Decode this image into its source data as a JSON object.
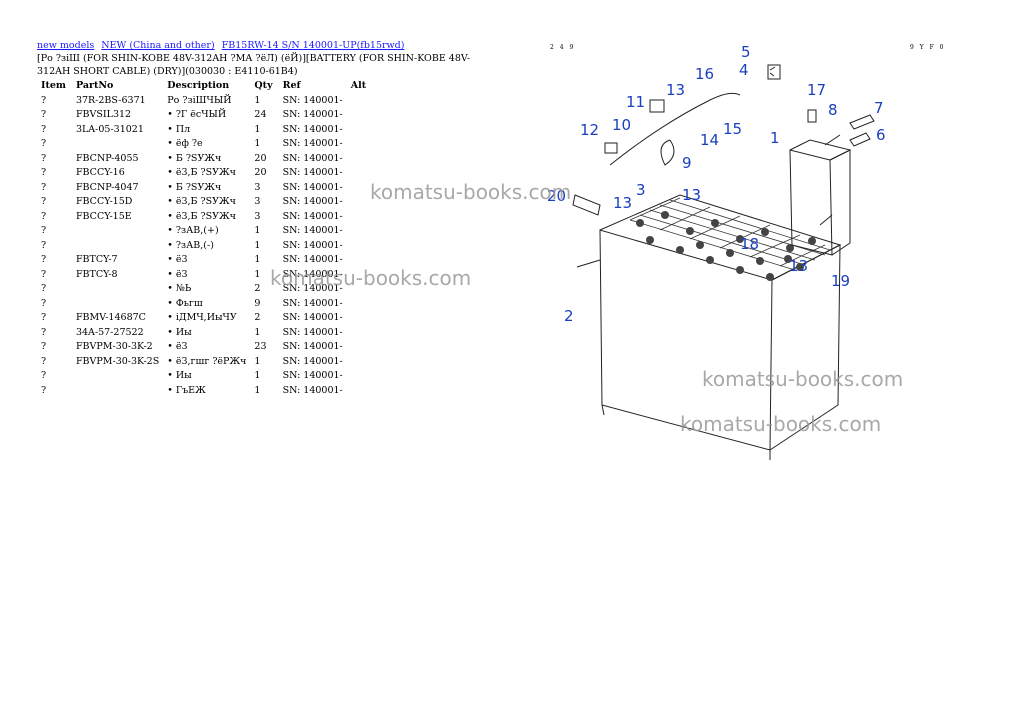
{
  "breadcrumb": {
    "links": [
      "new models",
      "NEW (China and other)",
      "FB15RW-14 S/N 140001-UP(fb15rwd)"
    ]
  },
  "title": "[Ро ?зiШ (FOR SHIN-KOBE 48V-312AH ?МА ?ёЛ) (ёЙ)][BATTERY (FOR SHIN-KOBE 48V-312AH SHORT CABLE) (DRY)](030030 : E4110-61B4)",
  "table": {
    "headers": [
      "Item",
      "PartNo",
      "Description",
      "Qty",
      "Ref",
      "Alt"
    ],
    "rows": [
      [
        "?",
        "37R-2BS-6371",
        "Ро ?зiШЧЫЙ",
        "1",
        "SN: 140001-"
      ],
      [
        "?",
        "FBVSIL312",
        "• ?Г ёсЧЫЙ",
        "24",
        "SN: 140001-"
      ],
      [
        "?",
        "3LA-05-31021",
        "• Пл",
        "1",
        "SN: 140001-"
      ],
      [
        "?",
        "",
        "• ёф ?е",
        "1",
        "SN: 140001-"
      ],
      [
        "?",
        "FBCNP-4055",
        "• Б ?SУЖч",
        "20",
        "SN: 140001-"
      ],
      [
        "?",
        "FBCCY-16",
        "• ё3,Б ?SУЖч",
        "20",
        "SN: 140001-"
      ],
      [
        "?",
        "FBCNP-4047",
        "• Б ?SУЖч",
        "3",
        "SN: 140001-"
      ],
      [
        "?",
        "FBCCY-15D",
        "• ё3,Б ?SУЖч",
        "3",
        "SN: 140001-"
      ],
      [
        "?",
        "FBCCY-15E",
        "• ё3,Б ?SУЖч",
        "3",
        "SN: 140001-"
      ],
      [
        "?",
        "",
        "• ?зАВ,(+)",
        "1",
        "SN: 140001-"
      ],
      [
        "?",
        "",
        "• ?зАВ,(-)",
        "1",
        "SN: 140001-"
      ],
      [
        "?",
        "FBTCY-7",
        "• ё3",
        "1",
        "SN: 140001-"
      ],
      [
        "?",
        "FBTCY-8",
        "• ё3",
        "1",
        "SN: 140001-"
      ],
      [
        "?",
        "",
        "• №Ь",
        "2",
        "SN: 140001-"
      ],
      [
        "?",
        "",
        "• Фьгш",
        "9",
        "SN: 140001-"
      ],
      [
        "?",
        "FBMV-14687C",
        "• iДМЧ,ИыЧУ",
        "2",
        "SN: 140001-"
      ],
      [
        "?",
        "34A-57-27522",
        "• Иы",
        "1",
        "SN: 140001-"
      ],
      [
        "?",
        "FBVPM-30-3K-2",
        "• ё3",
        "23",
        "SN: 140001-"
      ],
      [
        "?",
        "FBVPM-30-3K-2S",
        "• ё3,гшг ?ёРЖч",
        "1",
        "SN: 140001-"
      ],
      [
        "?",
        "",
        "• Иы",
        "1",
        "SN: 140001-"
      ],
      [
        "?",
        "",
        "• ГъЕЖ",
        "1",
        "SN: 140001-"
      ]
    ]
  },
  "diagram": {
    "code_left": "2 4 9",
    "code_right": "9 Y F 0",
    "callouts": [
      "1",
      "2",
      "3",
      "4",
      "5",
      "6",
      "7",
      "8",
      "9",
      "10",
      "11",
      "12",
      "13",
      "13",
      "13",
      "13",
      "14",
      "15",
      "16",
      "17",
      "18",
      "19",
      "20"
    ]
  },
  "watermarks": [
    "komatsu-books.com",
    "komatsu-books.com",
    "komatsu-books.com",
    "komatsu-books.com"
  ],
  "colors": {
    "link": "#1a1aff",
    "callout": "#1a3fbf",
    "watermark": "#9a9a9a"
  }
}
